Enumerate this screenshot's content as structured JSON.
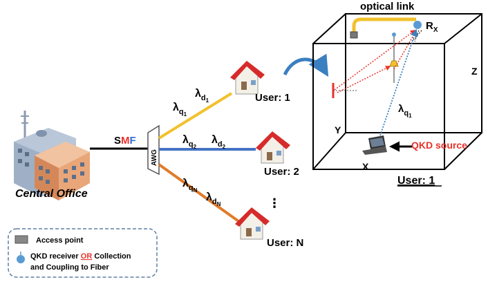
{
  "central_office": {
    "label": "Central Office"
  },
  "fiber": {
    "prefix": "S",
    "middle": "M",
    "suffix": "F"
  },
  "awg": {
    "label": "AWG"
  },
  "wavelength": {
    "symbol": "λ",
    "q": "q",
    "d": "d"
  },
  "users": [
    {
      "label": "User: 1",
      "subscript": "1"
    },
    {
      "label": "User: 2",
      "subscript": "2"
    },
    {
      "label": "User: N",
      "subscript": "N"
    }
  ],
  "ellipsis": "⋮",
  "room": {
    "optical_link": "optical link",
    "receiver_main": "R",
    "receiver_sub": "X",
    "axis_z": "Z",
    "axis_y": "Y",
    "axis_x": "X",
    "qkd_source": "QKD source",
    "lambda_sub_main": "q",
    "lambda_sub_sub": "1",
    "caption": "User: 1"
  },
  "legend": {
    "access_point": "Access point",
    "qkd_line1_a": "QKD receiver ",
    "qkd_line1_or": "OR",
    "qkd_line1_b": " Collection",
    "qkd_line2": "and Coupling to Fiber"
  },
  "colors": {
    "link_user1": "#f2c12e",
    "link_user2": "#4472c4",
    "link_userN": "#e07b2a",
    "accent_red": "#e8322b",
    "accent_blue": "#2f6fd6",
    "receiver": "#5b9bd5"
  }
}
